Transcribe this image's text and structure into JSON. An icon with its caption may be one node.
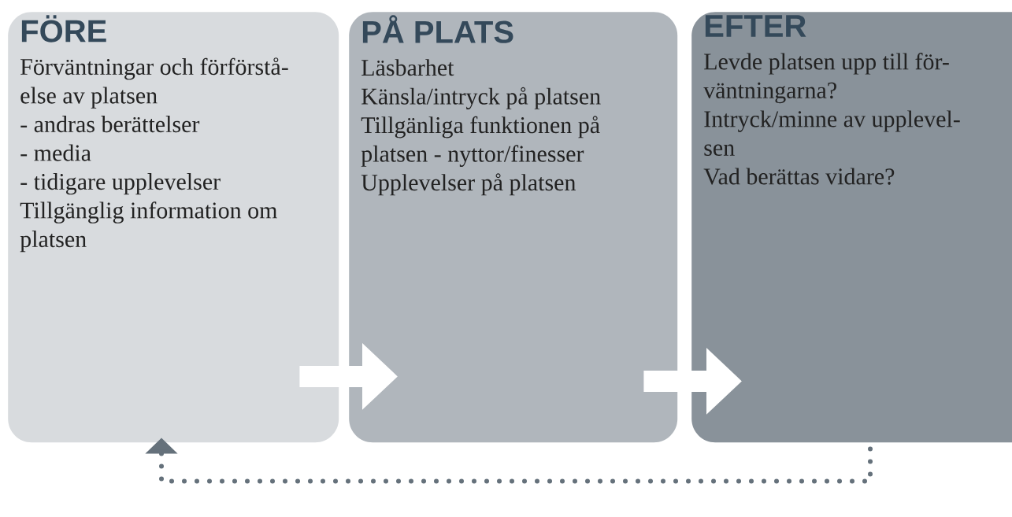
{
  "diagram": {
    "nodes": [
      {
        "text": [
          "FÖRE",
          "Förväntningar och förförstå- else av platsen",
          "- andras berättelser",
          "- media",
          "- tidigare upplevelser",
          "Tillgänglig information om platsen"
        ]
      },
      {
        "text": [
          "PÅ PLATS",
          "Läsbarhet",
          "Känsla/intryck på platsen",
          "Tillgänliga funktionen på platsen - nyttor/finesser",
          "Upplevelser på platsen"
        ]
      },
      {
        "text": [
          "EFTER",
          "Levde platsen upp till för- väntningarna?",
          "Intryck/minne av upplevel- sen",
          "Vad berättas vidare?"
        ]
      }
    ],
    "edges": [
      {
        "from": 0,
        "to": 1,
        "arrow": "to"
      },
      {
        "from": 1,
        "to": 2,
        "arrow": "to"
      },
      {
        "from": 2,
        "to": 0,
        "arrow": "to",
        "style": "dashed",
        "color": "#65717b"
      }
    ]
  }
}
